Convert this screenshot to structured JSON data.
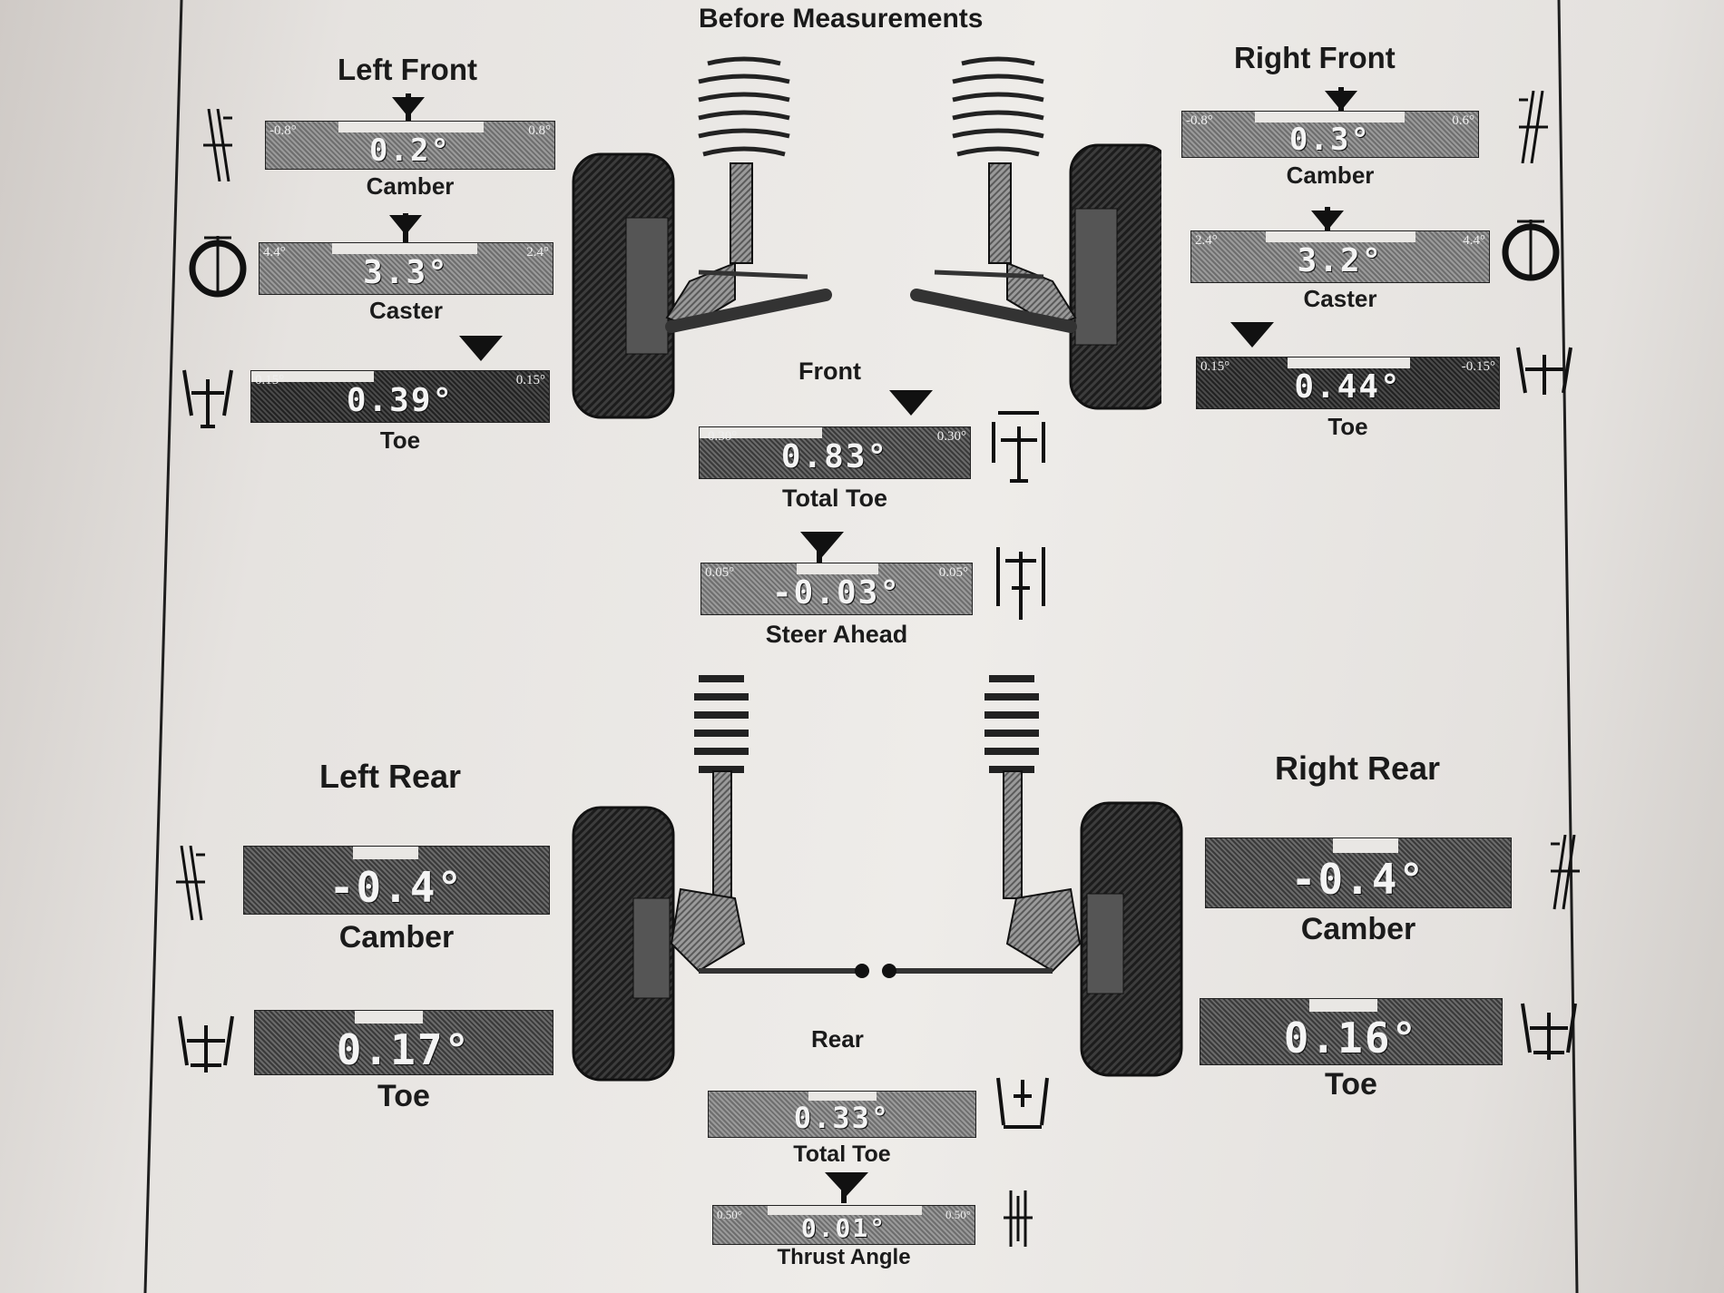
{
  "header": {
    "title": "Before Measurements"
  },
  "front": {
    "section_label": "Front",
    "left_front": {
      "title": "Left Front",
      "camber": {
        "label": "Camber",
        "value": "0.2°",
        "min": "-0.8°",
        "max": "0.8°"
      },
      "caster": {
        "label": "Caster",
        "value": "3.3°",
        "min": "4.4°",
        "max": "2.4°"
      },
      "toe": {
        "label": "Toe",
        "value": "0.39°",
        "min": "0.15°",
        "max": "0.15°"
      }
    },
    "right_front": {
      "title": "Right Front",
      "camber": {
        "label": "Camber",
        "value": "0.3°",
        "min": "-0.8°",
        "max": "0.6°"
      },
      "caster": {
        "label": "Caster",
        "value": "3.2°",
        "min": "2.4°",
        "max": "4.4°"
      },
      "toe": {
        "label": "Toe",
        "value": "0.44°",
        "min": "0.15°",
        "max": "-0.15°"
      }
    },
    "total_toe": {
      "label": "Total Toe",
      "value": "0.83°",
      "min": "-0.30°",
      "max": "0.30°"
    },
    "steer_ahead": {
      "label": "Steer Ahead",
      "value": "-0.03°",
      "min": "0.05°",
      "max": "0.05°"
    }
  },
  "rear": {
    "section_label": "Rear",
    "left_rear": {
      "title": "Left Rear",
      "camber": {
        "label": "Camber",
        "value": "-0.4°"
      },
      "toe": {
        "label": "Toe",
        "value": "0.17°"
      }
    },
    "right_rear": {
      "title": "Right Rear",
      "camber": {
        "label": "Camber",
        "value": "-0.4°"
      },
      "toe": {
        "label": "Toe",
        "value": "0.16°"
      }
    },
    "total_toe": {
      "label": "Total Toe",
      "value": "0.33°"
    },
    "thrust_angle": {
      "label": "Thrust Angle",
      "value": "0.01°",
      "min": "0.50°",
      "max": "0.50°"
    }
  },
  "icons": [
    "camber-icon",
    "caster-icon",
    "toe-icon",
    "total-toe-icon",
    "steer-ahead-icon",
    "thrust-angle-icon",
    "strut-assembly",
    "wheel-tire"
  ]
}
